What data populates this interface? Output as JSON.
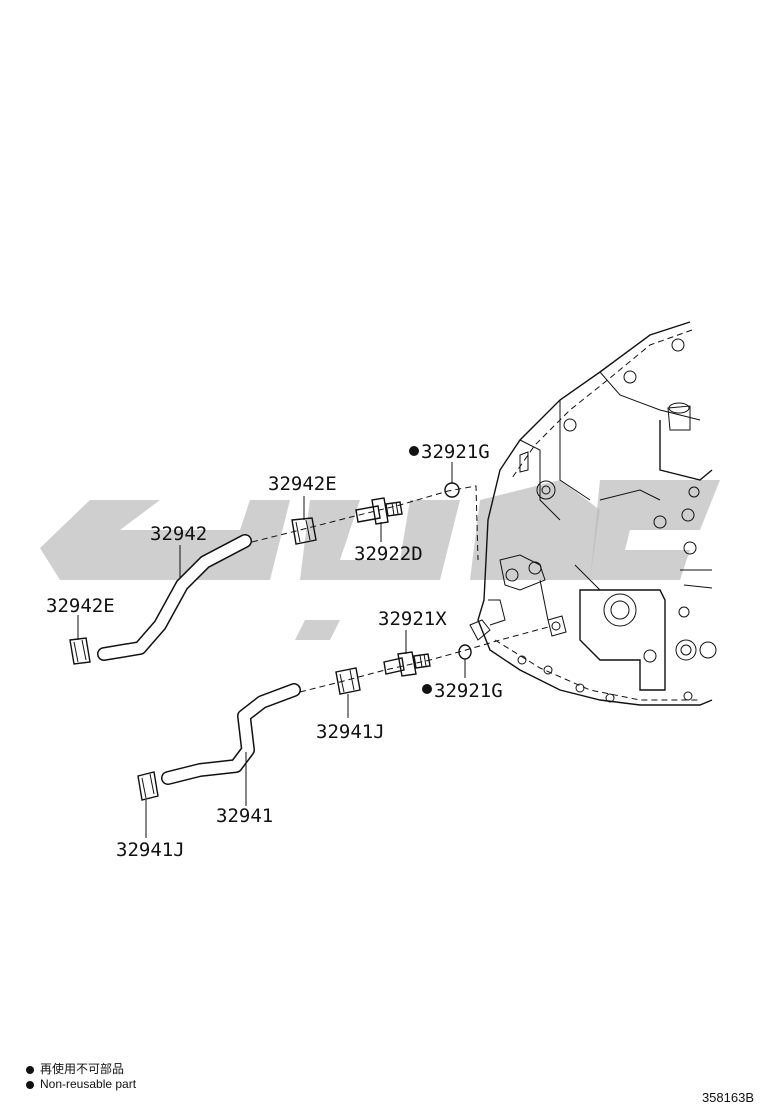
{
  "parts": {
    "p_32921G_upper": "32921G",
    "p_32942E_upper": "32942E",
    "p_32942": "32942",
    "p_32922D": "32922D",
    "p_32942E_lower": "32942E",
    "p_32921X": "32921X",
    "p_32921G_lower": "32921G",
    "p_32941J_right": "32941J",
    "p_32941": "32941",
    "p_32941J_left": "32941J"
  },
  "legend": {
    "line1": "再使用不可部品",
    "line2": "Non-reusable part"
  },
  "figure_id": "358163B"
}
